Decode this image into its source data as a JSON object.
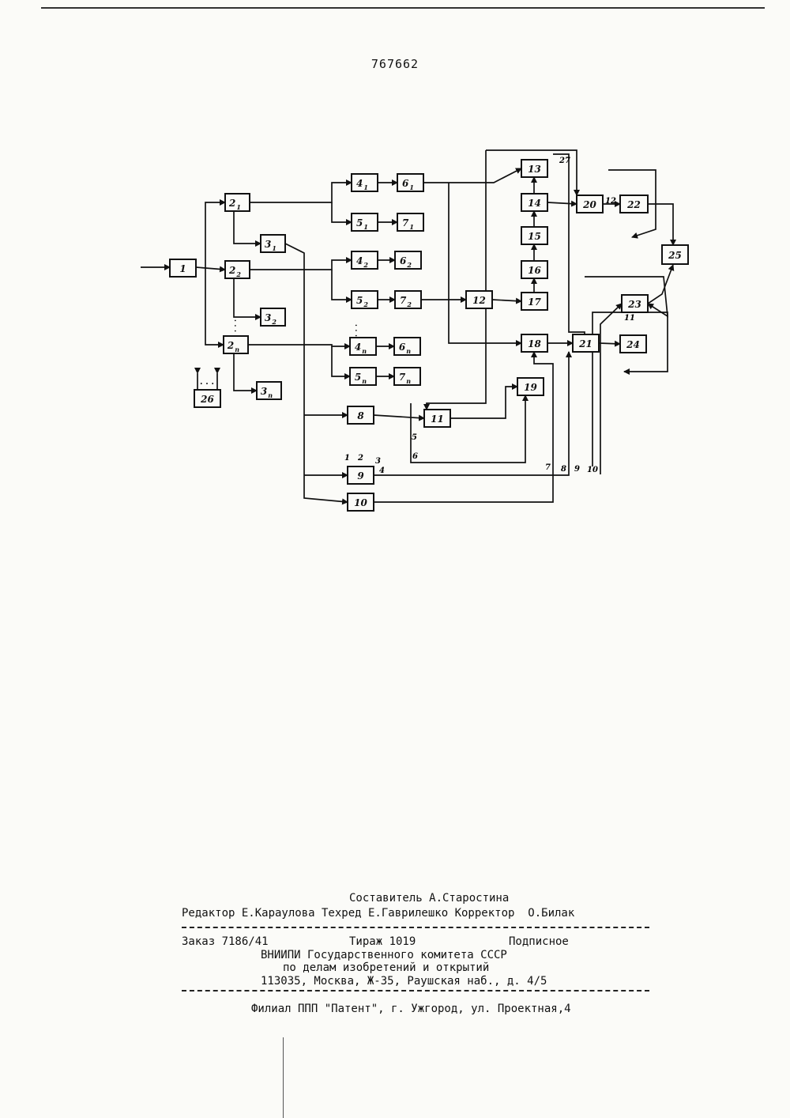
{
  "header": {
    "patent_number": "767662"
  },
  "diagram": {
    "blocks": [
      {
        "id": "b1",
        "label": "1"
      },
      {
        "id": "b2_1",
        "label": "2",
        "sub": "1"
      },
      {
        "id": "b2_2",
        "label": "2",
        "sub": "2"
      },
      {
        "id": "b2_n",
        "label": "2",
        "sub": "n"
      },
      {
        "id": "b3_1",
        "label": "3",
        "sub": "1"
      },
      {
        "id": "b3_2",
        "label": "3",
        "sub": "2"
      },
      {
        "id": "b3_n",
        "label": "3",
        "sub": "n"
      },
      {
        "id": "b4_1",
        "label": "4",
        "sub": "1"
      },
      {
        "id": "b4_2",
        "label": "4",
        "sub": "2"
      },
      {
        "id": "b4_n",
        "label": "4",
        "sub": "n"
      },
      {
        "id": "b5_1",
        "label": "5",
        "sub": "1"
      },
      {
        "id": "b5_2",
        "label": "5",
        "sub": "2"
      },
      {
        "id": "b5_n",
        "label": "5",
        "sub": "n"
      },
      {
        "id": "b6_1",
        "label": "6",
        "sub": "1"
      },
      {
        "id": "b6_2",
        "label": "6",
        "sub": "2"
      },
      {
        "id": "b6_n",
        "label": "6",
        "sub": "n"
      },
      {
        "id": "b7_1",
        "label": "7",
        "sub": "1"
      },
      {
        "id": "b7_2",
        "label": "7",
        "sub": "2"
      },
      {
        "id": "b7_n",
        "label": "7",
        "sub": "n"
      },
      {
        "id": "b8",
        "label": "8"
      },
      {
        "id": "b9",
        "label": "9"
      },
      {
        "id": "b10",
        "label": "10"
      },
      {
        "id": "b11",
        "label": "11"
      },
      {
        "id": "b12",
        "label": "12"
      },
      {
        "id": "b13",
        "label": "13"
      },
      {
        "id": "b14",
        "label": "14"
      },
      {
        "id": "b15",
        "label": "15"
      },
      {
        "id": "b16",
        "label": "16"
      },
      {
        "id": "b17",
        "label": "17"
      },
      {
        "id": "b18",
        "label": "18"
      },
      {
        "id": "b19",
        "label": "19"
      },
      {
        "id": "b20",
        "label": "20"
      },
      {
        "id": "b21",
        "label": "21"
      },
      {
        "id": "b22",
        "label": "22"
      },
      {
        "id": "b23",
        "label": "23"
      },
      {
        "id": "b24",
        "label": "24"
      },
      {
        "id": "b25",
        "label": "25"
      },
      {
        "id": "b26",
        "label": "26"
      }
    ],
    "pin_labels": [
      "1",
      "2",
      "3",
      "4",
      "5",
      "6",
      "7",
      "8",
      "9",
      "10",
      "11",
      "12",
      "27"
    ],
    "ellipsis": "..."
  },
  "imprint": {
    "compiler": "Составитель А.Старостина",
    "staff": "Редактор Е.Караулова Техред Е.Гаврилешко Корректор  О.Билак",
    "order": "Заказ 7186/41",
    "circulation": "Тираж 1019",
    "subscription": "Подписное",
    "organization": "ВНИИПИ Государственного комитета СССР",
    "department": "по делам изобретений и открытий",
    "address": "113035, Москва, Ж-35, Раушская наб., д. 4/5",
    "branch": "Филиал ППП \"Патент\", г. Ужгород, ул. Проектная,4"
  }
}
